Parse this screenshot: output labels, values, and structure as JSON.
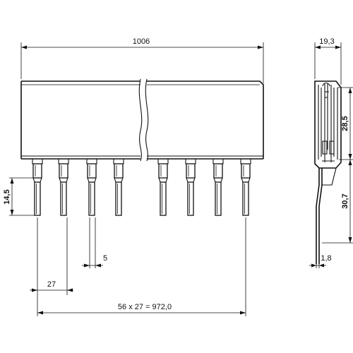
{
  "dimensions": {
    "overall_length": "1006",
    "side_width": "19,3",
    "side_upper_height": "28,5",
    "side_lower_height": "30,7",
    "side_foot_thickness": "1,8",
    "pin_length": "14,5",
    "pin_width": "5",
    "pin_pitch": "27",
    "total_pitch": "56 x 27 = 972,0"
  },
  "pins_shown": 8
}
